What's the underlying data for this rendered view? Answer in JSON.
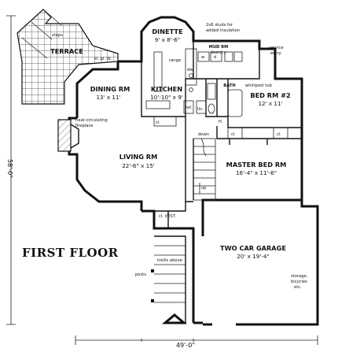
{
  "plan": {
    "title": "FIRST FLOOR",
    "dims": {
      "width": "49'-0\"",
      "depth": "58'-0\""
    },
    "rooms": {
      "dinette": {
        "name": "DINETTE",
        "size": "9' x 8'-6\""
      },
      "dining": {
        "name": "DINING RM",
        "size": "13' x 11'"
      },
      "kitchen": {
        "name": "KITCHEN",
        "size": "10'-10\" x 9'"
      },
      "bed2": {
        "name": "BED RM #2",
        "size": "12' x 11'"
      },
      "living": {
        "name": "LIVING RM",
        "size": "22'-6\" x 15'"
      },
      "master": {
        "name": "MASTER BED RM",
        "size": "16'-4\" x 11'-6\""
      },
      "garage": {
        "name": "TWO CAR GARAGE",
        "size": "20' x 19'-4\""
      },
      "terrace": {
        "name": "TERRACE"
      },
      "mud": {
        "name": "MUD RM",
        "sub": "laundry"
      },
      "bath": {
        "name": "BATH"
      }
    },
    "notes": {
      "steps": "steps",
      "sgldr": "sl. gl. dr.",
      "studs": "2x6 studs for",
      "insul": "added insulation",
      "service": "service",
      "entry": "entry",
      "range": "range",
      "dw": "dw",
      "ref": "ref.",
      "lin": "lin.",
      "cl": "cl.",
      "whirl": "whirlpool tub",
      "fire1": "heat-circulating",
      "fire2": "fireplace",
      "down": "down",
      "up": "up",
      "h": "H.",
      "clvest": "cl. VEST.",
      "trellis": "trellis above",
      "posts": "posts",
      "storage": "storage,",
      "bicycles": "bicycles",
      "etc": "etc.",
      "w": "w",
      "d": "d"
    }
  }
}
